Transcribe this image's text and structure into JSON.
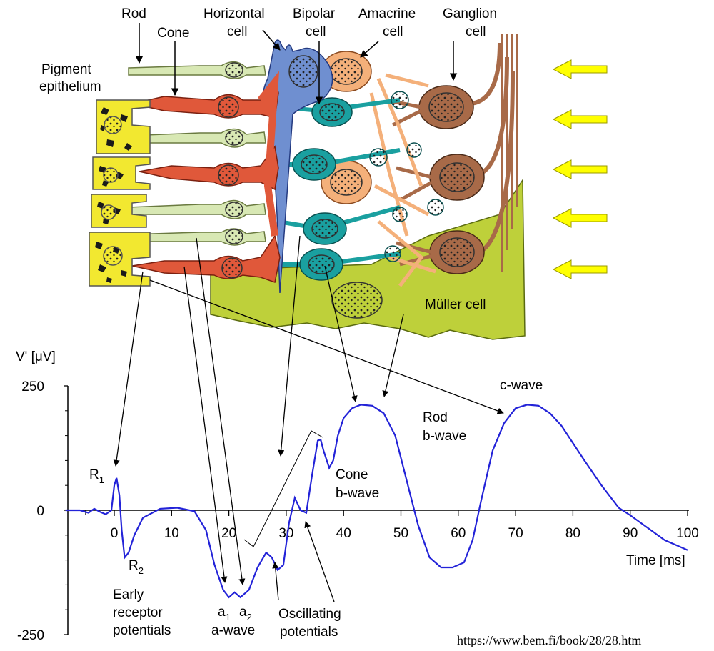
{
  "colors": {
    "pigment": "#f2e830",
    "pigment_dark": "#1a1a1a",
    "rod": "#d8e8b4",
    "cone": "#e0583a",
    "horizontal": "#6f8fd0",
    "bipolar": "#1aa0a0",
    "amacrine": "#f4b07a",
    "ganglion": "#a86a48",
    "muller": "#bed03a",
    "arrow_yellow": "#ffff00",
    "curve": "#2323d8"
  },
  "labels": {
    "rod": "Rod",
    "cone": "Cone",
    "horizontal_1": "Horizontal",
    "horizontal_2": "cell",
    "bipolar_1": "Bipolar",
    "bipolar_2": "cell",
    "amacrine_1": "Amacrine",
    "amacrine_2": "cell",
    "ganglion_1": "Ganglion",
    "ganglion_2": "cell",
    "pigment_1": "Pigment",
    "pigment_2": "epithelium",
    "muller": "Müller cell",
    "c_wave": "c-wave",
    "rod_bwave_1": "Rod",
    "rod_bwave_2": "b-wave",
    "cone_bwave_1": "Cone",
    "cone_bwave_2": "b-wave",
    "r1": "R",
    "r1_sub": "1",
    "r2": "R",
    "r2_sub": "2",
    "early_1": "Early",
    "early_2": "receptor",
    "early_3": "potentials",
    "a1": "a",
    "a1_sub": "1",
    "a2": "a",
    "a2_sub": "2",
    "a_wave": "a-wave",
    "osc_1": "Oscillating",
    "osc_2": "potentials",
    "url": "https://www.bem.fi/book/28/28.htm"
  },
  "chart_data": {
    "type": "line",
    "ylabel": "V' [μV]",
    "xlabel": "Time [ms]",
    "xlim": [
      -10,
      100
    ],
    "ylim": [
      -250,
      250
    ],
    "x_ticks": [
      0,
      10,
      20,
      30,
      40,
      50,
      60,
      70,
      80,
      90,
      100
    ],
    "x_tick_labels": [
      "0",
      "10",
      "20",
      "30",
      "40",
      "50",
      "60",
      "70",
      "80",
      "90",
      "100"
    ],
    "y_ticks": [
      -250,
      0,
      250
    ],
    "y_tick_labels": [
      "-250",
      "0",
      "250"
    ],
    "series": [
      {
        "x": [
          -8.5,
          -6,
          -4.5,
          -3.5,
          -2.5,
          -1.5,
          -0.5,
          0,
          0.4,
          0.9,
          1.3,
          1.8,
          2.5,
          3.5,
          5,
          8,
          11,
          14,
          16,
          17.5,
          19,
          20,
          21,
          22,
          23.5,
          25,
          26.5,
          27.5,
          28.5,
          29.5,
          30.5,
          31.5,
          32.5,
          33.5,
          34.5,
          35.5,
          36,
          36.5,
          37.5,
          38.2,
          39,
          40,
          41.5,
          43,
          45,
          47,
          49,
          51,
          53,
          55,
          57,
          59,
          61,
          62.5,
          64,
          66,
          68,
          70,
          72,
          74,
          76,
          78,
          80,
          82,
          85,
          88,
          90,
          93,
          96,
          100
        ],
        "y": [
          0,
          0,
          -5,
          3,
          -3,
          -8,
          0,
          50,
          65,
          30,
          -40,
          -95,
          -85,
          -50,
          -15,
          3,
          5,
          -2,
          -40,
          -110,
          -160,
          -175,
          -165,
          -175,
          -160,
          -115,
          -85,
          -95,
          -120,
          -110,
          -25,
          25,
          0,
          -5,
          70,
          140,
          142,
          120,
          85,
          100,
          150,
          185,
          205,
          212,
          210,
          195,
          150,
          60,
          -30,
          -95,
          -115,
          -115,
          -105,
          -60,
          20,
          120,
          175,
          205,
          212,
          210,
          195,
          170,
          135,
          100,
          50,
          5,
          -10,
          -35,
          -60,
          -80
        ]
      }
    ]
  }
}
